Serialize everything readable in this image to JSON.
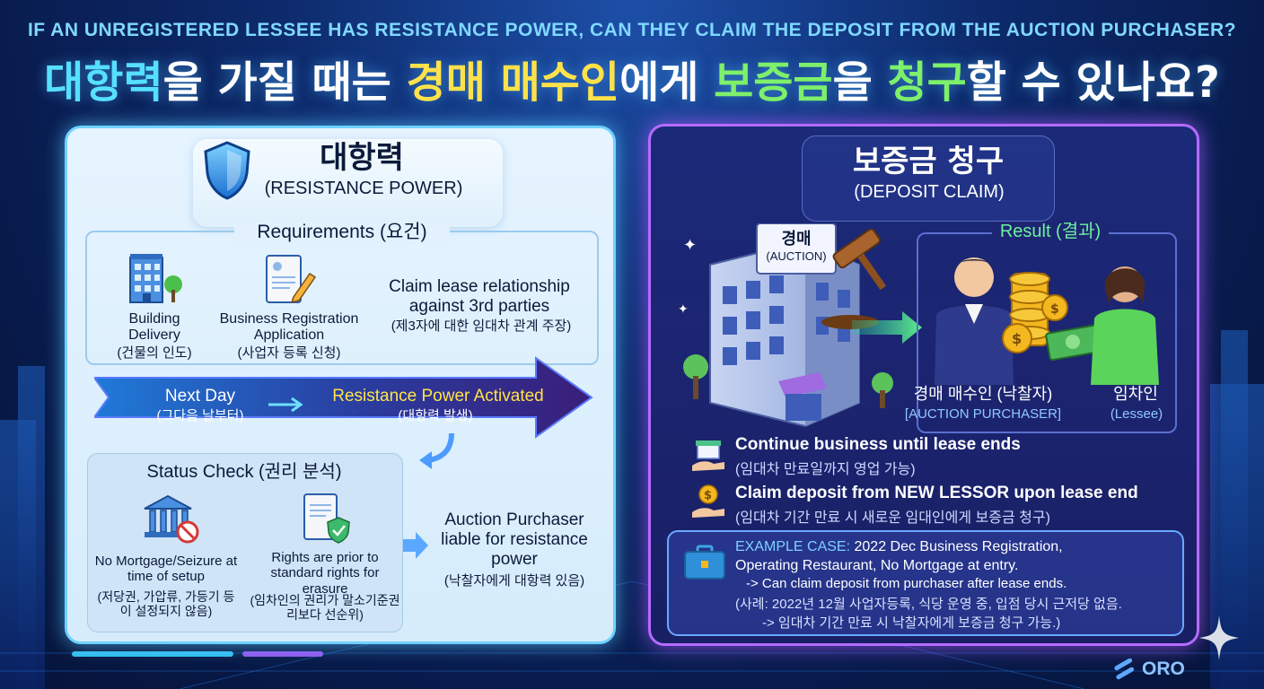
{
  "header": {
    "subtitle": "IF AN UNREGISTERED LESSEE HAS RESISTANCE POWER, CAN THEY CLAIM THE DEPOSIT FROM THE AUCTION PURCHASER?",
    "title_part1": "대항력",
    "title_part2": "을 가질 때는 ",
    "title_part3": "경매 매수인",
    "title_part4": "에게 ",
    "title_part5": "보증금",
    "title_part6": "을 ",
    "title_part7": "청구",
    "title_part8": "할 수 있나요?"
  },
  "left": {
    "heading_ko": "대항력",
    "heading_en": "(RESISTANCE POWER)",
    "requirements_title": "Requirements (요건)",
    "req1_en": "Building Delivery",
    "req1_ko": "(건물의 인도)",
    "req2_en": "Business Registration Application",
    "req2_ko": "(사업자 등록 신청)",
    "req3_en": "Claim lease relationship against 3rd parties",
    "req3_ko": "(제3자에 대한 임대차 관계 주장)",
    "next_day_en": "Next Day",
    "next_day_ko": "(그다음 날부터)",
    "activated_en": "Resistance Power Activated",
    "activated_ko": "(대항력 발생)",
    "status_title": "Status Check (권리 분석)",
    "status1_en": "No Mortgage/Seizure at time of setup",
    "status1_ko": "(저당권, 가압류, 가등기 등이 설정되지 않음)",
    "status2_en": "Rights are prior to standard rights for erasure",
    "status2_ko": "(임차인의 권리가 말소기준권리보다 선순위)",
    "liable_en": "Auction Purchaser liable for resistance power",
    "liable_ko": "(낙찰자에게 대항력 있음)"
  },
  "right": {
    "heading_ko": "보증금 청구",
    "heading_en": "(DEPOSIT CLAIM)",
    "sign_ko": "경매",
    "sign_en": "(AUCTION)",
    "result_title": "Result (결과)",
    "purchaser_ko": "경매 매수인 (낙찰자)",
    "purchaser_en": "[AUCTION PURCHASER]",
    "lessee_ko": "임차인",
    "lessee_en": "(Lessee)",
    "point1_en": "Continue business until lease ends",
    "point1_ko": "(임대차 만료일까지 영업 가능)",
    "point2_en": "Claim deposit from NEW LESSOR upon lease end",
    "point2_ko": "(임대차 기간 만료 시 새로운 임대인에게 보증금 청구)",
    "example_label": "EXAMPLE CASE:",
    "example_line1": " 2022 Dec Business Registration,",
    "example_line2": "Operating Restaurant, No Mortgage at entry.",
    "example_line3": "-> Can claim deposit from purchaser after lease ends.",
    "example_line4": "(사례: 2022년 12월 사업자등록, 식당 운영 중, 입점 당시 근저당 없음.",
    "example_line5": "-> 임대차 기간 만료 시 낙찰자에게 보증금 청구 가능.)"
  },
  "brand": "ORO",
  "colors": {
    "cyan": "#56e0ff",
    "yellow": "#ffe24a",
    "green": "#7ef06a",
    "purple_border": "#b56bff"
  }
}
